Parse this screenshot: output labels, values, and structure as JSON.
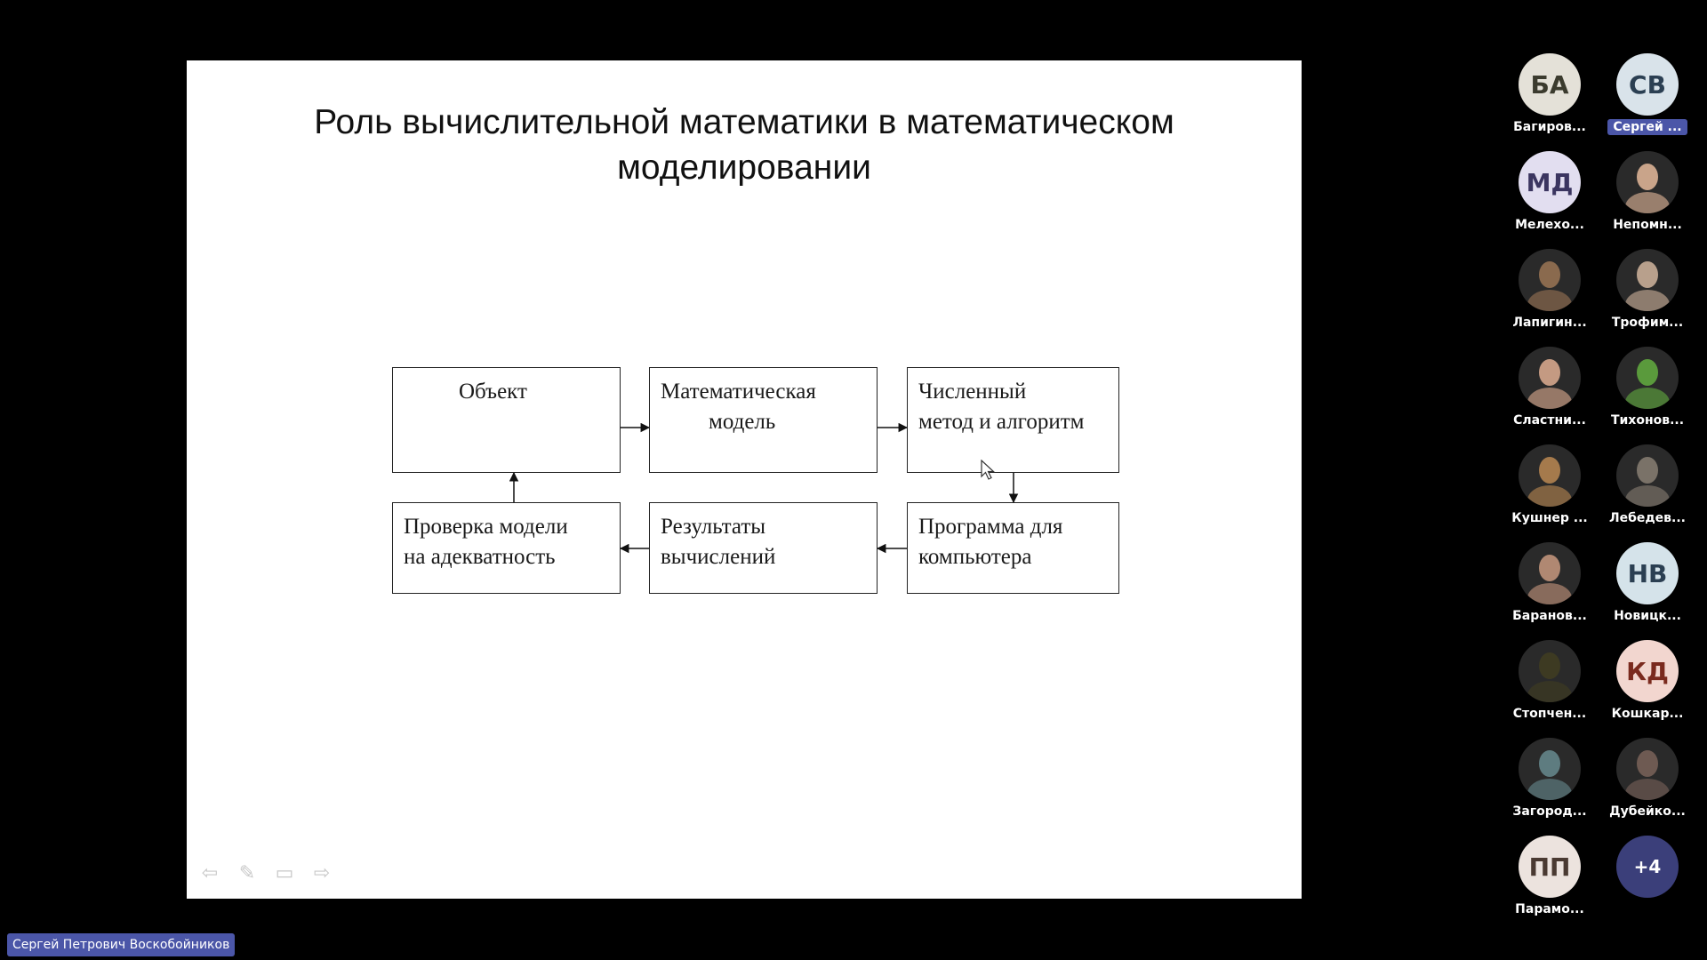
{
  "slide": {
    "title_line1": "Роль вычислительной математики в математическом",
    "title_line2": "моделировании",
    "boxes": {
      "object": [
        "Объект"
      ],
      "math_model": [
        "Математическая",
        "модель"
      ],
      "numeric_method": [
        "Численный",
        "метод и алгоритм"
      ],
      "program": [
        "Программа для",
        "компьютера"
      ],
      "results": [
        "Результаты",
        "вычислений"
      ],
      "verification": [
        "Проверка модели",
        "на адекватность"
      ]
    },
    "nav_icons": [
      "arrow-left-icon",
      "pen-icon",
      "menu-icon",
      "arrow-right-icon"
    ]
  },
  "presenter": "Сергей Петрович Воскобойников",
  "participants": [
    {
      "initials": "БА",
      "name": "Багиров...",
      "bg": "#e4e1d8",
      "fg": "#3b3b2e",
      "active": false
    },
    {
      "initials": "СВ",
      "name": "Сергей ...",
      "bg": "#d9e3ea",
      "fg": "#2b3f52",
      "active": true
    },
    {
      "initials": "МД",
      "name": "Мелехо...",
      "bg": "#e2def0",
      "fg": "#3b3560",
      "active": false
    },
    {
      "initials": "",
      "name": "Непомн...",
      "photo": "#c9a48a",
      "active": false
    },
    {
      "initials": "",
      "name": "Лапигин...",
      "photo": "#8a6a4e",
      "active": false
    },
    {
      "initials": "",
      "name": "Трофим...",
      "photo": "#b8a08c",
      "active": false
    },
    {
      "initials": "",
      "name": "Сластни...",
      "photo": "#c49a82",
      "active": false
    },
    {
      "initials": "",
      "name": "Тихонов...",
      "photo": "#5a9a3c",
      "active": false
    },
    {
      "initials": "",
      "name": "Кушнер ...",
      "photo": "#a57a4c",
      "active": false
    },
    {
      "initials": "",
      "name": "Лебедев...",
      "photo": "#7a7268",
      "active": false
    },
    {
      "initials": "",
      "name": "Баранов...",
      "photo": "#b08872",
      "active": false
    },
    {
      "initials": "НВ",
      "name": "Новицк...",
      "bg": "#d5e3ea",
      "fg": "#2b3f52",
      "active": false
    },
    {
      "initials": "",
      "name": "Стопчен...",
      "photo": "#3d3a22",
      "active": false
    },
    {
      "initials": "КД",
      "name": "Кошкар...",
      "bg": "#f2d6cf",
      "fg": "#7a2a1e",
      "active": false
    },
    {
      "initials": "",
      "name": "Загород...",
      "photo": "#5e7c80",
      "active": false
    },
    {
      "initials": "",
      "name": "Дубейко...",
      "photo": "#6e5a52",
      "active": false
    },
    {
      "initials": "ПП",
      "name": "Парамо...",
      "bg": "#ece3de",
      "fg": "#4a3a32",
      "active": false
    },
    {
      "initials": "+4",
      "name": "",
      "bg": "#3b3f7a",
      "fg": "#ffffff",
      "active": false
    }
  ]
}
